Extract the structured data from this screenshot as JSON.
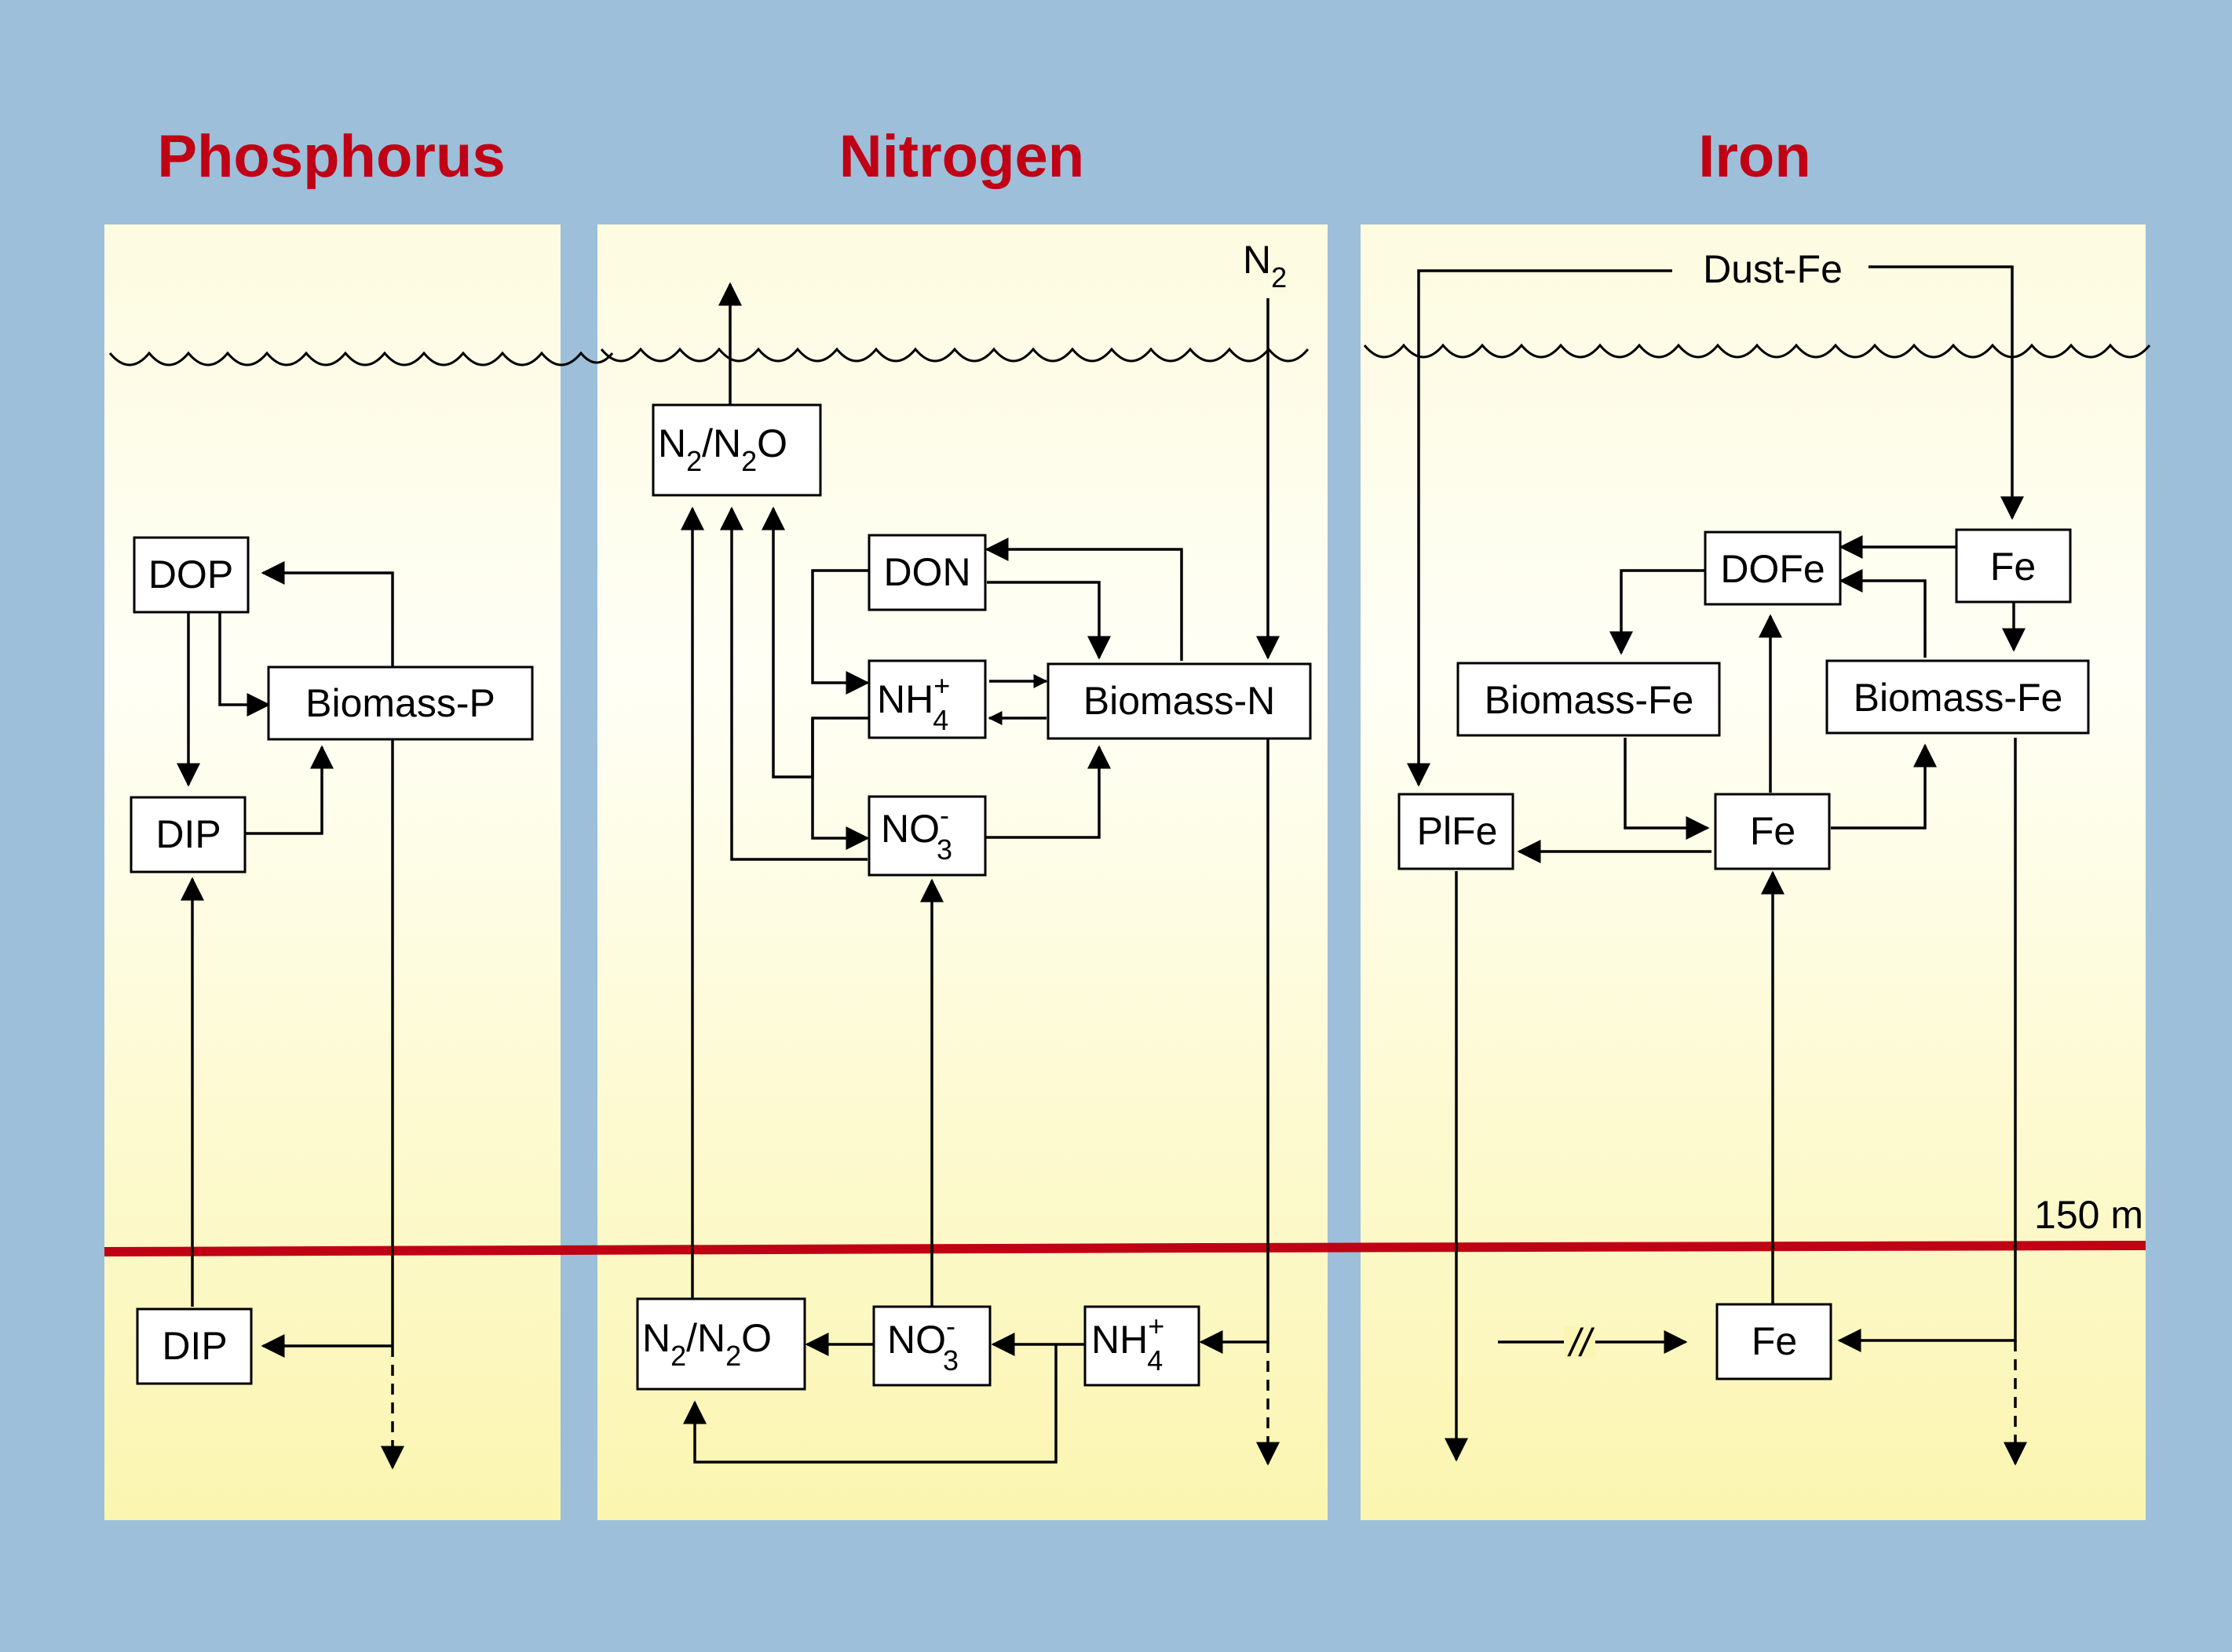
{
  "titles": {
    "phosphorus": "Phosphorus",
    "nitrogen": "Nitrogen",
    "iron": "Iron"
  },
  "depth_label": "150 m",
  "colors": {
    "background": "#9dbfd9",
    "panel_top": "#fffff4",
    "panel_bottom": "#fbf5b0",
    "title": "#c00014",
    "depth_line": "#c00014"
  },
  "phosphorus": {
    "dop": "DOP",
    "biomass": "Biomass-P",
    "dip_upper": "DIP",
    "dip_deep": "DIP"
  },
  "nitrogen": {
    "n2_atmosphere": "N",
    "n2_atmosphere_sub": "2",
    "n2_n2o_upper": {
      "a": "N",
      "a_sub": "2",
      "b": "/N",
      "b_sub": "2",
      "c": "O"
    },
    "don": "DON",
    "nh4_upper": {
      "base": "NH",
      "sup": "+",
      "sub": "4"
    },
    "biomass": "Biomass-N",
    "no3_upper": {
      "base": "NO",
      "sup": "-",
      "sub": "3"
    },
    "n2_n2o_deep": {
      "a": "N",
      "a_sub": "2",
      "b": "/N",
      "b_sub": "2",
      "c": "O"
    },
    "no3_deep": {
      "base": "NO",
      "sup": "-",
      "sub": "3"
    },
    "nh4_deep": {
      "base": "NH",
      "sup": "+",
      "sub": "4"
    }
  },
  "iron": {
    "dust_fe": "Dust-Fe",
    "fe_dust_input": "Fe",
    "dofe": "DOFe",
    "biomass_left": "Biomass-Fe",
    "biomass_right": "Biomass-Fe",
    "plfe": "PlFe",
    "fe_dissolved": "Fe",
    "fe_deep": "Fe",
    "blocked_symbol": "//"
  }
}
